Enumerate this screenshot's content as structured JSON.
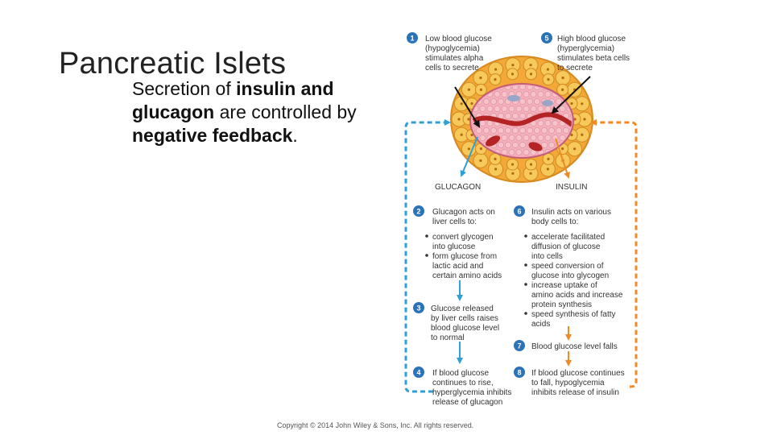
{
  "slide": {
    "title": "Pancreatic Islets",
    "body_prefix": "Secretion of ",
    "body_bold1": "insulin and glucagon",
    "body_mid": " are controlled by ",
    "body_bold2": "negative feedback",
    "body_suffix": "."
  },
  "diagram": {
    "colors": {
      "blue": "#2f9fd6",
      "orange": "#f08a24",
      "badge": "#2b73b8",
      "acinar": "#f2b23e",
      "islet": "#f4a9b4",
      "vessel": "#b52424"
    },
    "step1": {
      "number": "1",
      "lines": [
        "Low blood glucose",
        "(hypoglycemia)",
        "stimulates alpha",
        "cells to secrete"
      ]
    },
    "step5": {
      "number": "5",
      "lines": [
        "High blood glucose",
        "(hyperglycemia)",
        "stimulates beta cells",
        "to secrete"
      ]
    },
    "glucagon_label": "GLUCAGON",
    "insulin_label": "INSULIN",
    "step2": {
      "number": "2",
      "lines": [
        "Glucagon acts on",
        "liver cells to:"
      ],
      "bullets": [
        [
          "convert glycogen",
          "into glucose"
        ],
        [
          "form glucose from",
          "lactic acid and",
          "certain amino acids"
        ]
      ]
    },
    "step6": {
      "number": "6",
      "lines": [
        "Insulin acts on various",
        "body cells to:"
      ],
      "bullets": [
        [
          "accelerate facilitated",
          "diffusion of glucose",
          "into cells"
        ],
        [
          "speed conversion of",
          "glucose into glycogen"
        ],
        [
          "increase uptake of",
          "amino acids and increase",
          "protein synthesis"
        ],
        [
          "speed synthesis of fatty",
          "acids"
        ]
      ]
    },
    "step3": {
      "number": "3",
      "lines": [
        "Glucose released",
        "by liver cells raises",
        "blood glucose level",
        "to normal"
      ]
    },
    "step7": {
      "number": "7",
      "lines": [
        "Blood glucose level falls"
      ]
    },
    "step4": {
      "number": "4",
      "lines": [
        "If blood glucose",
        "continues to rise,",
        "hyperglycemia inhibits",
        "release of glucagon"
      ]
    },
    "step8": {
      "number": "8",
      "lines": [
        "If blood glucose continues",
        "to fall, hypoglycemia",
        "inhibits release of insulin"
      ]
    }
  },
  "copyright": "Copyright © 2014 John Wiley & Sons, Inc. All rights reserved."
}
